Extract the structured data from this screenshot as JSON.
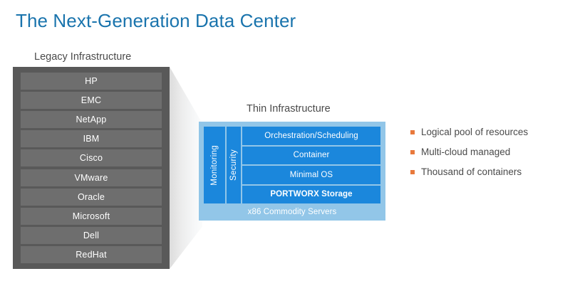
{
  "slide": {
    "title": "The Next-Generation Data Center",
    "title_color": "#1a74ad"
  },
  "legacy": {
    "caption": "Legacy Infrastructure",
    "box_color": "#595959",
    "row_color": "#6e6e6e",
    "items": [
      {
        "label": "HP"
      },
      {
        "label": "EMC"
      },
      {
        "label": "NetApp"
      },
      {
        "label": "IBM"
      },
      {
        "label": "Cisco"
      },
      {
        "label": "VMware"
      },
      {
        "label": "Oracle"
      },
      {
        "label": "Microsoft"
      },
      {
        "label": "Dell"
      },
      {
        "label": "RedHat"
      }
    ]
  },
  "thin": {
    "caption": "Thin Infrastructure",
    "panel_color": "#92c6e8",
    "block_color": "#1b87dc",
    "side_columns": [
      {
        "label": "Monitoring"
      },
      {
        "label": "Security"
      }
    ],
    "stack": [
      {
        "label": "Orchestration/Scheduling",
        "bold": false
      },
      {
        "label": "Container",
        "bold": false
      },
      {
        "label": "Minimal OS",
        "bold": false
      },
      {
        "label": "PORTWORX Storage",
        "bold": true
      }
    ],
    "foundation": "x86 Commodity Servers"
  },
  "bullets": {
    "marker_color": "#e8793c",
    "items": [
      {
        "label": "Logical pool of resources"
      },
      {
        "label": "Multi-cloud managed"
      },
      {
        "label": "Thousand of containers"
      }
    ]
  }
}
